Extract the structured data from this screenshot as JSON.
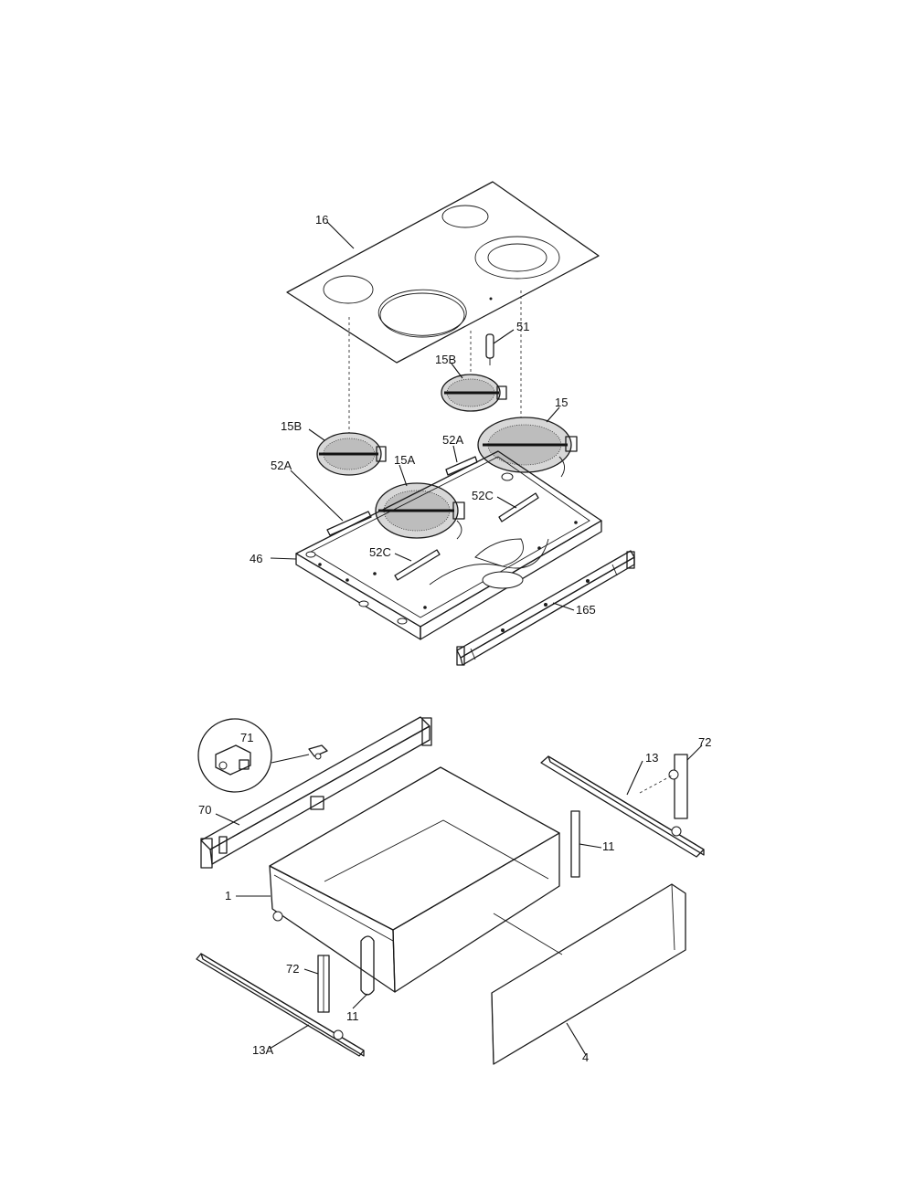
{
  "labels": {
    "cooktop_glass": "16",
    "sensor": "51",
    "element_rear_right": "15B",
    "element_large": "15",
    "element_left": "15B",
    "element_front_center": "15A",
    "clip_left": "52A",
    "clip_right_top": "52A",
    "clip_right": "52C",
    "clip_center": "52C",
    "element_box": "46",
    "front_rail": "165",
    "leveler_detail": "71",
    "rear_rail": "70",
    "slide_right": "13",
    "bracket_right": "72",
    "guide_right": "11",
    "drawer": "1",
    "bracket_left": "72",
    "guide_left": "11",
    "slide_left": "13A",
    "drawer_front": "4"
  }
}
